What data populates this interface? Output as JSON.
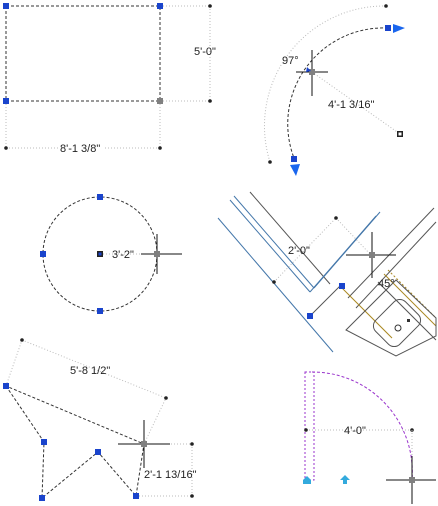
{
  "colors": {
    "background": "#ffffff",
    "grip_blue": "#1a44cc",
    "grip_selected": "#808080",
    "dashed_line": "#333333",
    "dim_line": "#bbbbbb",
    "wall_blue": "#4477aa",
    "door_purple": "#9933cc",
    "accent_cyan": "#33aadd",
    "gold": "#aa8822"
  },
  "dimensions": {
    "rect_height": "5'-0\"",
    "rect_width": "8'-1 3/8\"",
    "arc_angle": "97°",
    "arc_radius": "4'-1 3/16\"",
    "circle_radius": "3'-2\"",
    "wall_length": "2'-0\"",
    "wall_angle": "45°",
    "poly_length": "5'-8 1/2\"",
    "poly_height": "2'-1 13/16\"",
    "door_width": "4'-0\""
  }
}
